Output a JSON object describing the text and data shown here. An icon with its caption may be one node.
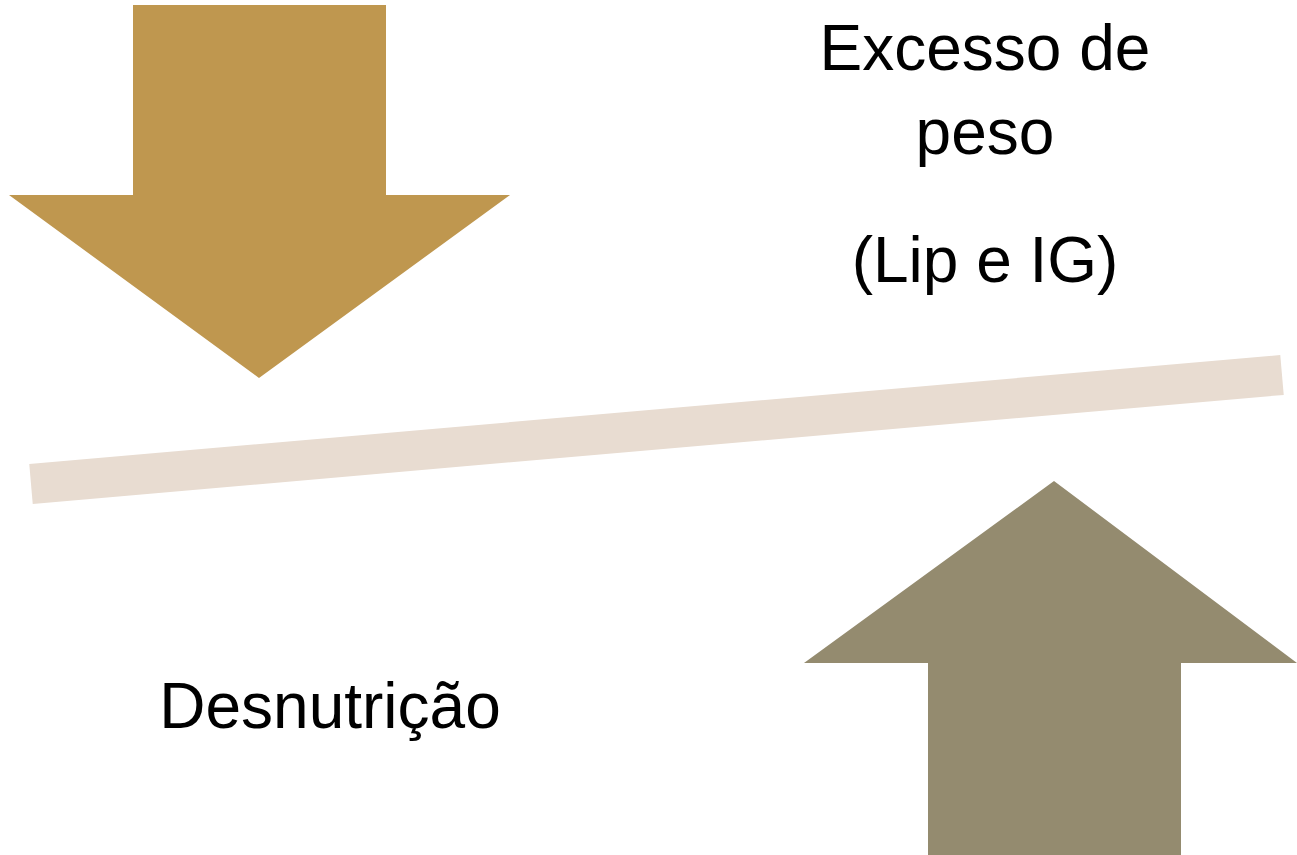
{
  "diagram": {
    "labels": [
      "Excesso de peso",
      "(Lip e IG)",
      "Desnutrição"
    ]
  }
}
